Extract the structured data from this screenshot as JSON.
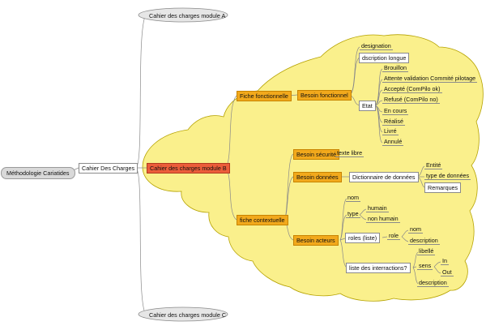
{
  "root": "Méthodologie Cariatides",
  "main": "Cahier Des Charges",
  "modules": {
    "a": "Cahier des charges module A",
    "b": "Cahier des charges module B",
    "c": "Cahier des charges module C"
  },
  "fiche_fonctionnelle": {
    "label": "Fiche fonctionnelle",
    "besoin_fonctionnel": "Besoin fonctionnel",
    "designation": "designation",
    "description_longue": "dscription longue",
    "etat": {
      "label": "Etat",
      "values": [
        "Brouillon",
        "Attente validation Commité pilotage",
        "Accepté (ComPilo ok)",
        "Refusé (ComPilo no)",
        "En cours",
        "Réalisé",
        "Livré",
        "Annulé"
      ]
    }
  },
  "fiche_contextuelle": {
    "label": "fiche contextuelle",
    "besoin_securite": "Besoin sécurité",
    "texte_libre": "texte libre",
    "besoin_donnees": "Besoin données",
    "dictionnaire": "Dictionnaire de données",
    "entite": "Entité",
    "type_de_donnees": "type de données",
    "remarques": "Remarques",
    "besoin_acteurs": "Besoin acteurs",
    "nom": "nom",
    "type": "type",
    "humain": "humain",
    "non_humain": "non humain",
    "roles_liste": "roles (liste)",
    "role": "role",
    "role_nom": "nom",
    "role_description": "description",
    "liste_interractions": "liste des interractions?",
    "libelle": "libellé",
    "sens": "sens",
    "in": "In",
    "out": "Out",
    "inter_description": "description"
  }
}
